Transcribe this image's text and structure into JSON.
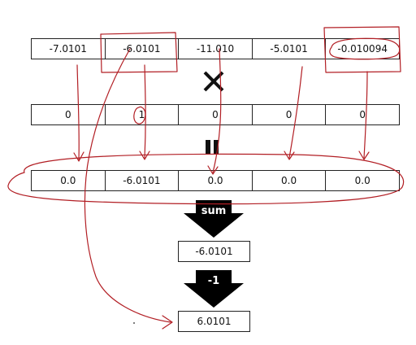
{
  "vector_a": [
    "-7.0101",
    "-6.0101",
    "-11.010",
    "-5.0101",
    "-0.010094"
  ],
  "one_hot": [
    "0",
    "1",
    "0",
    "0",
    "0"
  ],
  "product": [
    "0.0",
    "-6.0101",
    "0.0",
    "0.0",
    "0.0"
  ],
  "ops": {
    "sum_label": "sum",
    "negate_label": "-1"
  },
  "sum_result": "-6.0101",
  "final_result": "6.0101",
  "colors": {
    "annotation": "#b21e24",
    "box_border": "#222222",
    "arrow_fill": "#000000"
  }
}
